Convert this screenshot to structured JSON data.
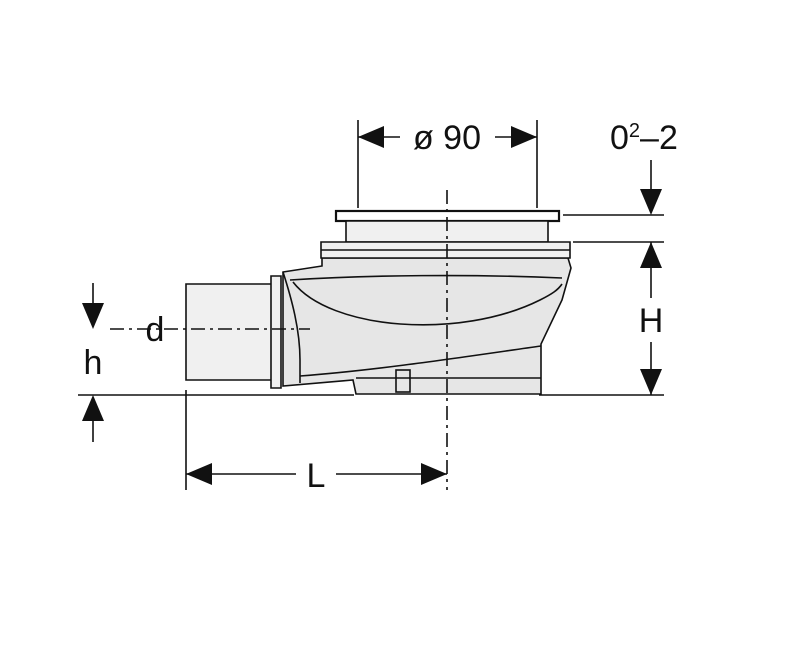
{
  "labels": {
    "diameter": "ø 90",
    "cover_range_base": "0",
    "cover_range_sup": "2",
    "cover_range_tail": "–2",
    "d": "d",
    "h": "h",
    "H": "H",
    "L": "L"
  }
}
